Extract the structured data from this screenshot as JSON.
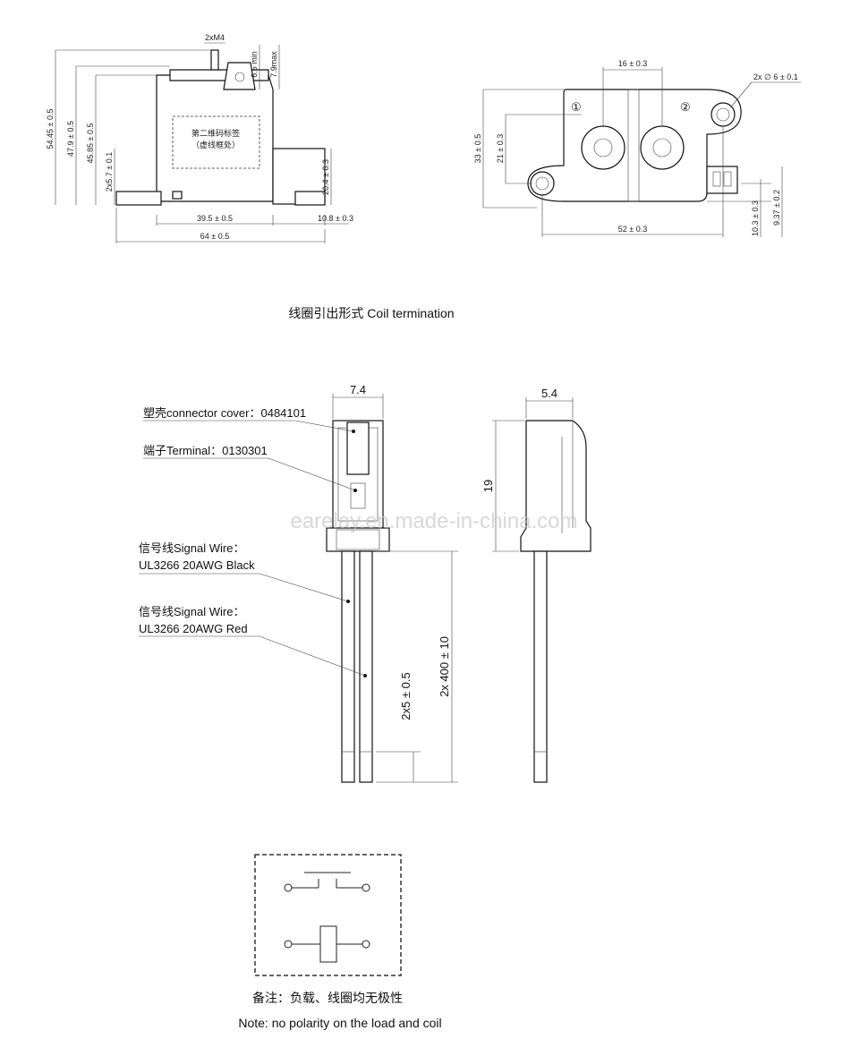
{
  "top_left_view": {
    "dims": {
      "thread": "2xM4",
      "min": "6.5 min",
      "max": "7.9max",
      "h1": "54.45 ± 0.5",
      "h2": "47.9 ± 0.5",
      "h3": "45.85 ± 0.5",
      "h4": "2x5.7 ± 0.1",
      "h5": "20.4 ± 0.3",
      "w1": "39.5 ± 0.5",
      "w2": "10.8 ± 0.3",
      "w3": "64 ± 0.5"
    },
    "label_line1": "第二维码标签",
    "label_line2": "（虚线框处）"
  },
  "top_right_view": {
    "dims": {
      "spacing": "16 ± 0.3",
      "hole": "2x ∅ 6 ± 0.1",
      "h1": "33 ± 0.5",
      "h2": "21 ± 0.3",
      "w1": "52 ± 0.3",
      "v1": "10.3 ± 0.3",
      "v2": "9.37 ± 0.2"
    },
    "terminal_1": "①",
    "terminal_2": "②"
  },
  "section_title": "线圈引出形式 Coil termination",
  "wire_view": {
    "width_front": "7.4",
    "width_side": "5.4",
    "height_connector": "19",
    "length_wire": "2x 400 ± 10",
    "length_strip": "2x5 ± 0.5",
    "connector_cover": "塑壳connector cover：0484101",
    "terminal": "端子Terminal：0130301",
    "wire_black_title": "信号线Signal Wire：",
    "wire_black_spec": "UL3266 20AWG  Black",
    "wire_red_title": "信号线Signal Wire：",
    "wire_red_spec": "UL3266 20AWG  Red"
  },
  "watermark": "earelay.en.made-in-china.com",
  "note_cn": "备注：负载、线圈均无极性",
  "note_en": "Note: no polarity on the load and coil"
}
